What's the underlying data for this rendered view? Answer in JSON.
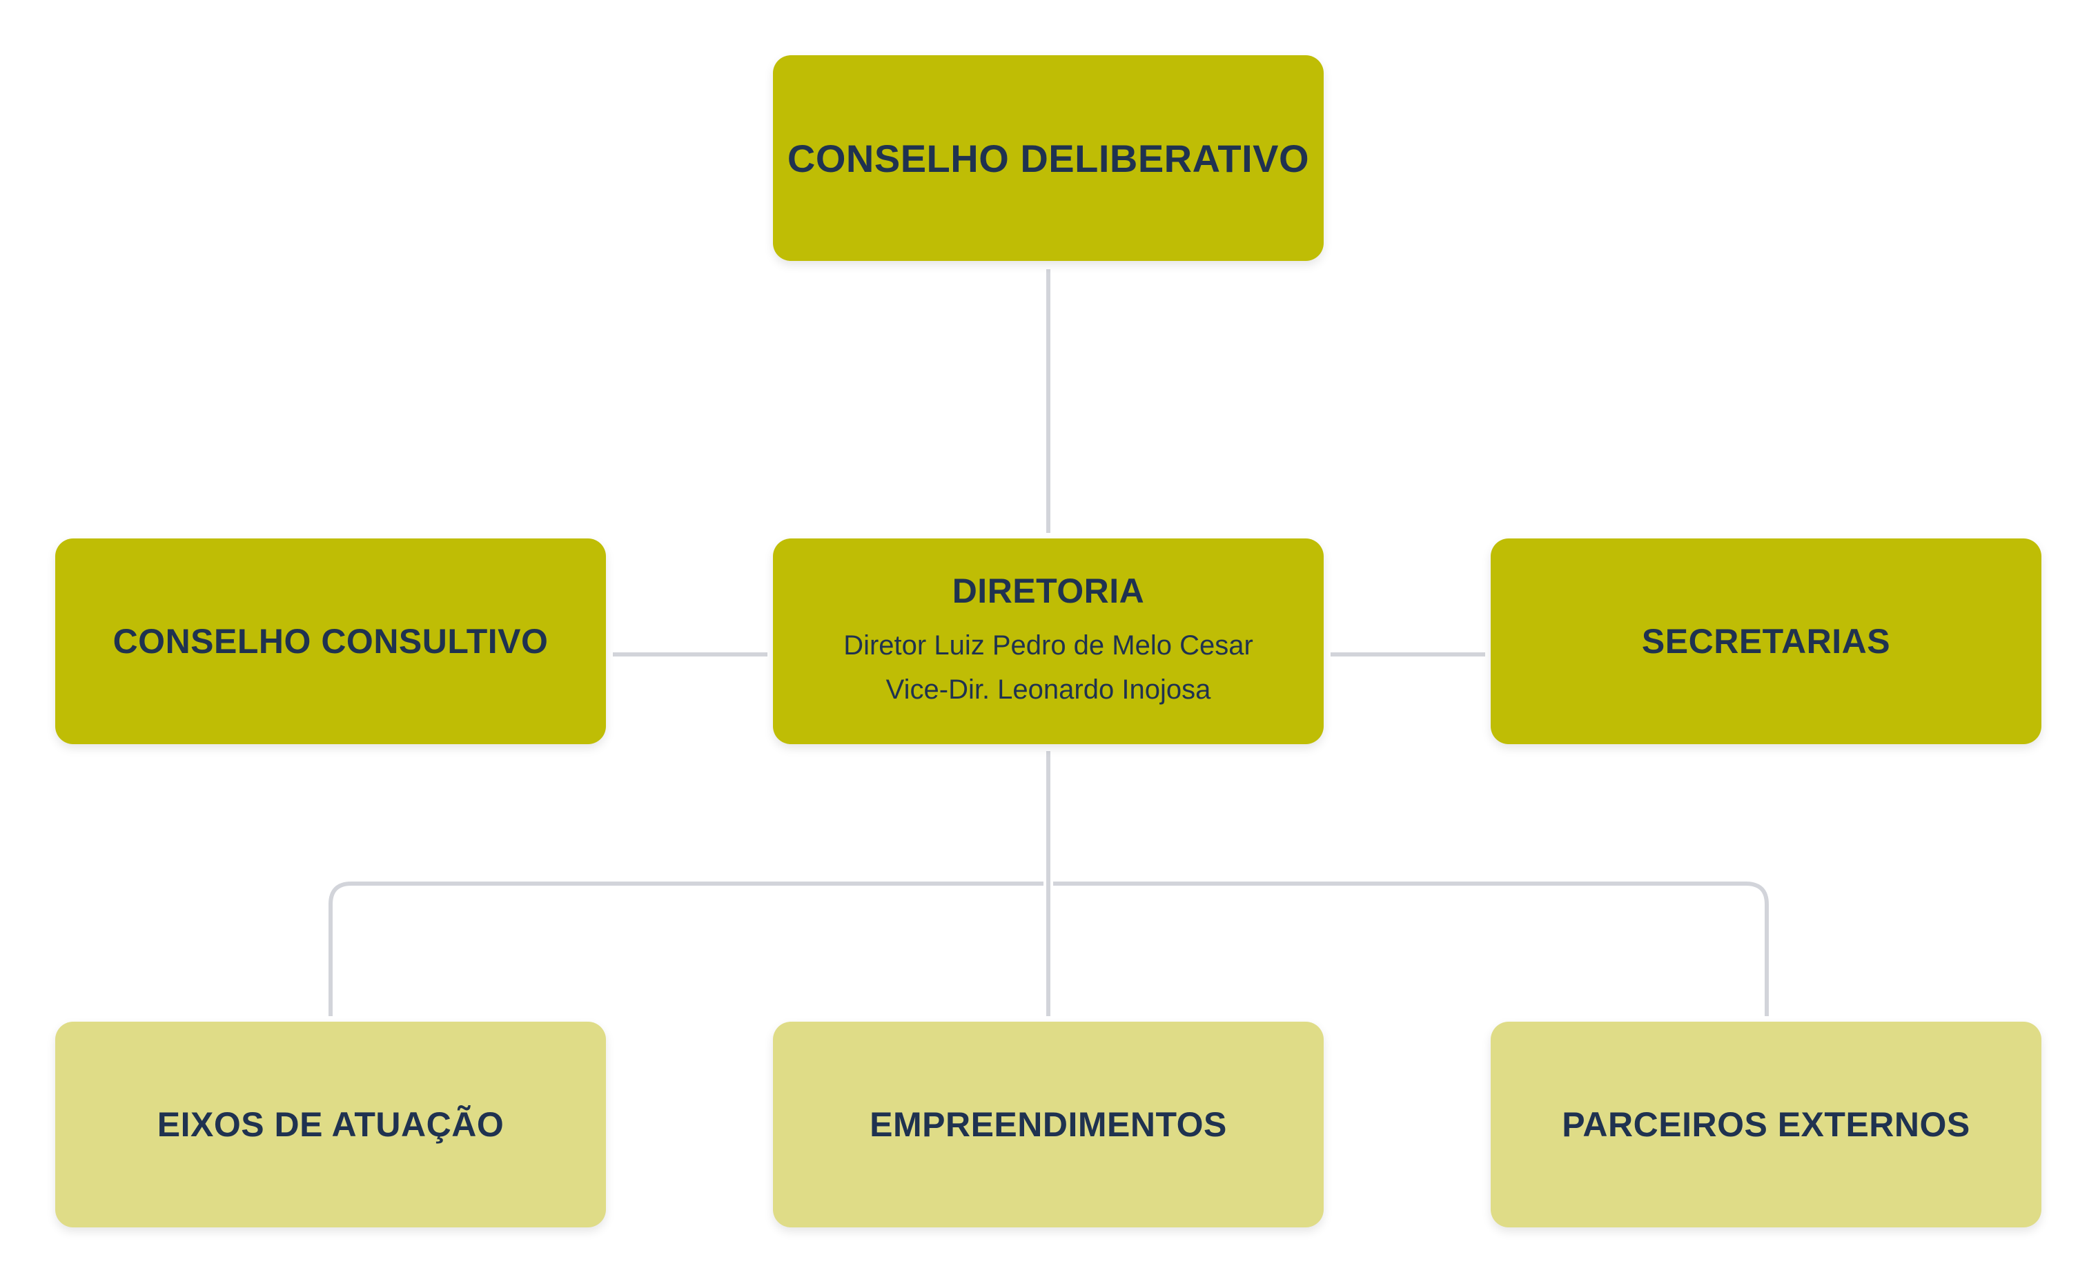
{
  "nodes": {
    "conselho_deliberativo": {
      "title": "CONSELHO DELIBERATIVO"
    },
    "conselho_consultivo": {
      "title": "CONSELHO CONSULTIVO"
    },
    "diretoria": {
      "title": "DIRETORIA",
      "line1": "Diretor Luiz Pedro de Melo Cesar",
      "line2": "Vice-Dir. Leonardo Inojosa"
    },
    "secretarias": {
      "title": "SECRETARIAS"
    },
    "eixos": {
      "title": "EIXOS DE ATUAÇÃO"
    },
    "empreendimentos": {
      "title": "EMPREENDIMENTOS"
    },
    "parceiros": {
      "title": "PARCEIROS EXTERNOS"
    }
  },
  "colors": {
    "primary_box": "#bfbd05",
    "secondary_box": "#dfdc87",
    "text": "#1f3250",
    "connector": "#d2d4da"
  }
}
